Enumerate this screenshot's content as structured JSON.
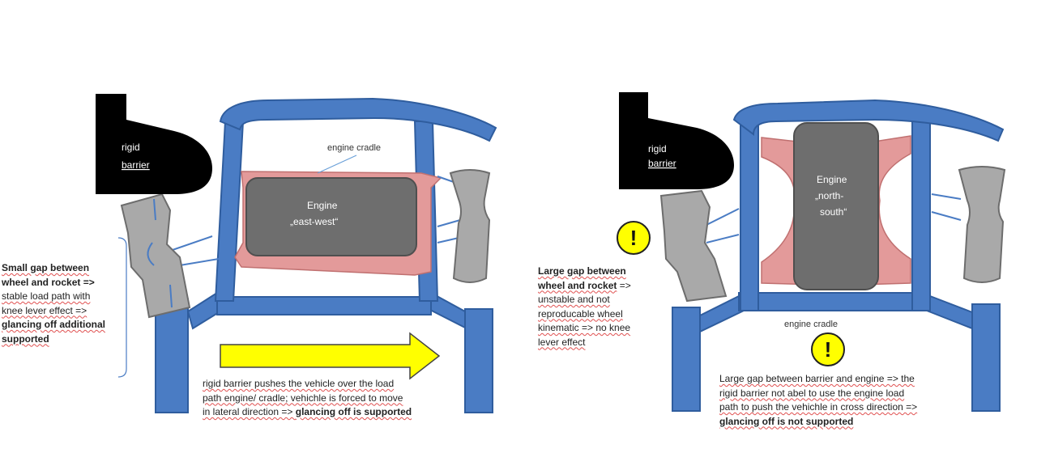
{
  "left": {
    "barrier_label": [
      "rigid",
      "barrier"
    ],
    "cradle_label": "engine cradle",
    "engine_label": [
      "Engine",
      "„east-west“"
    ],
    "note_left": {
      "line1": "Small gap between",
      "line2": "wheel and rocket =>",
      "line3": "stable load path with",
      "line4": "knee lever effect =>",
      "line5": "glancing off additional",
      "line6": "supported"
    },
    "note_bottom": {
      "line1": "rigid barrier pushes the vehicle over the load",
      "line2": "path engine/ cradle; vehichle is forced to move",
      "line3a": "in lateral direction => ",
      "line3b": "glancing off is supported"
    }
  },
  "right": {
    "barrier_label": [
      "rigid",
      "barrier"
    ],
    "engine_label": [
      "Engine",
      "„north-",
      "south“"
    ],
    "cradle_label": "engine cradle",
    "warning_symbol": "!",
    "note_left": {
      "line1": "Large gap between",
      "line2a": "wheel and  rocket",
      "line2b": " =>",
      "line3": "unstable and not",
      "line4": "reproducable wheel",
      "line5": "kinematic => no knee",
      "line6": "lever effect"
    },
    "note_bottom": {
      "line1": "Large gap between barrier and  engine => the",
      "line2": "rigid barrier not abel to use the engine load",
      "line3": "path to push the vehichle in cross direction =>",
      "line4": "glancing off is not supported"
    }
  },
  "colors": {
    "frame_blue": "#4a7cc4",
    "frame_outline": "#2f5d9e",
    "engine_gray": "#6e6e6e",
    "cradle_pink": "#e39a9a",
    "wheel_gray": "#a9a9a9",
    "arrow_yellow": "#ffff00",
    "barrier_black": "#000000"
  },
  "icons": [
    "rigid-barrier-shape",
    "wheel-shape",
    "warning-icon",
    "yellow-arrow"
  ]
}
